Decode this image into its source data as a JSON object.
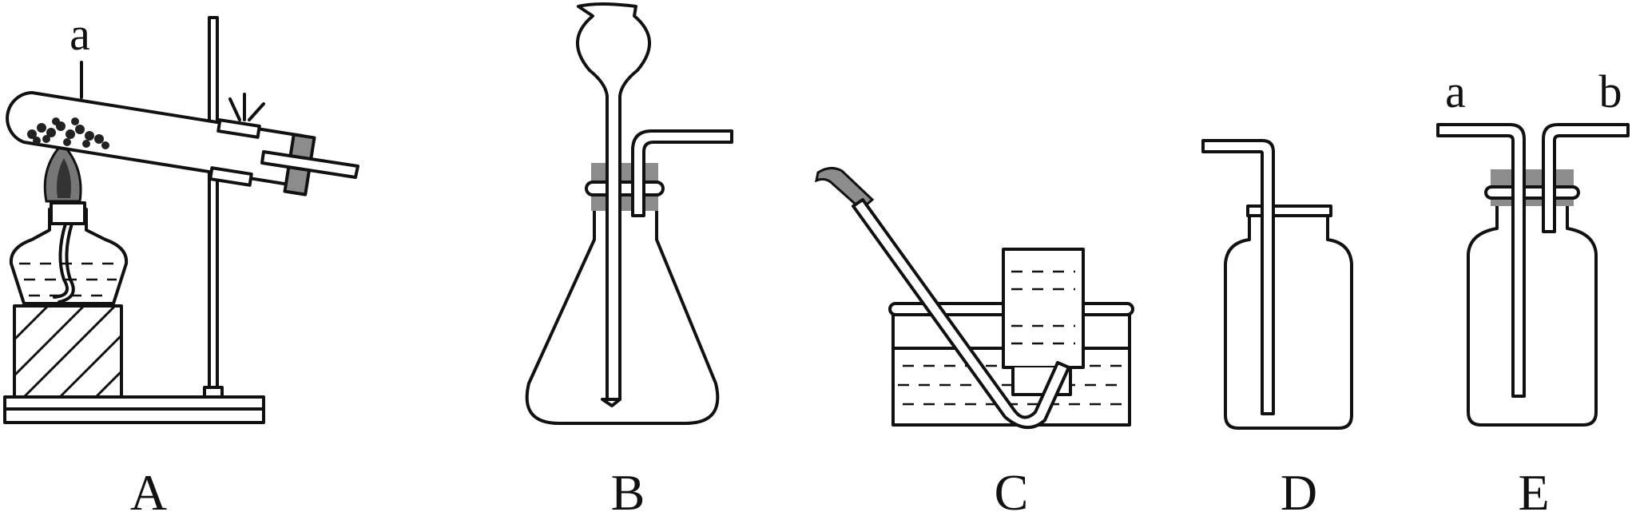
{
  "apparatus": [
    {
      "id": "A",
      "label": "A",
      "tube_label": "a"
    },
    {
      "id": "B",
      "label": "B"
    },
    {
      "id": "C",
      "label": "C"
    },
    {
      "id": "D",
      "label": "D"
    },
    {
      "id": "E",
      "label": "E",
      "inlet_label": "a",
      "outlet_label": "b"
    }
  ],
  "colors": {
    "stroke": "#111111",
    "stopper": "#8c8c8c",
    "background": "#ffffff"
  }
}
